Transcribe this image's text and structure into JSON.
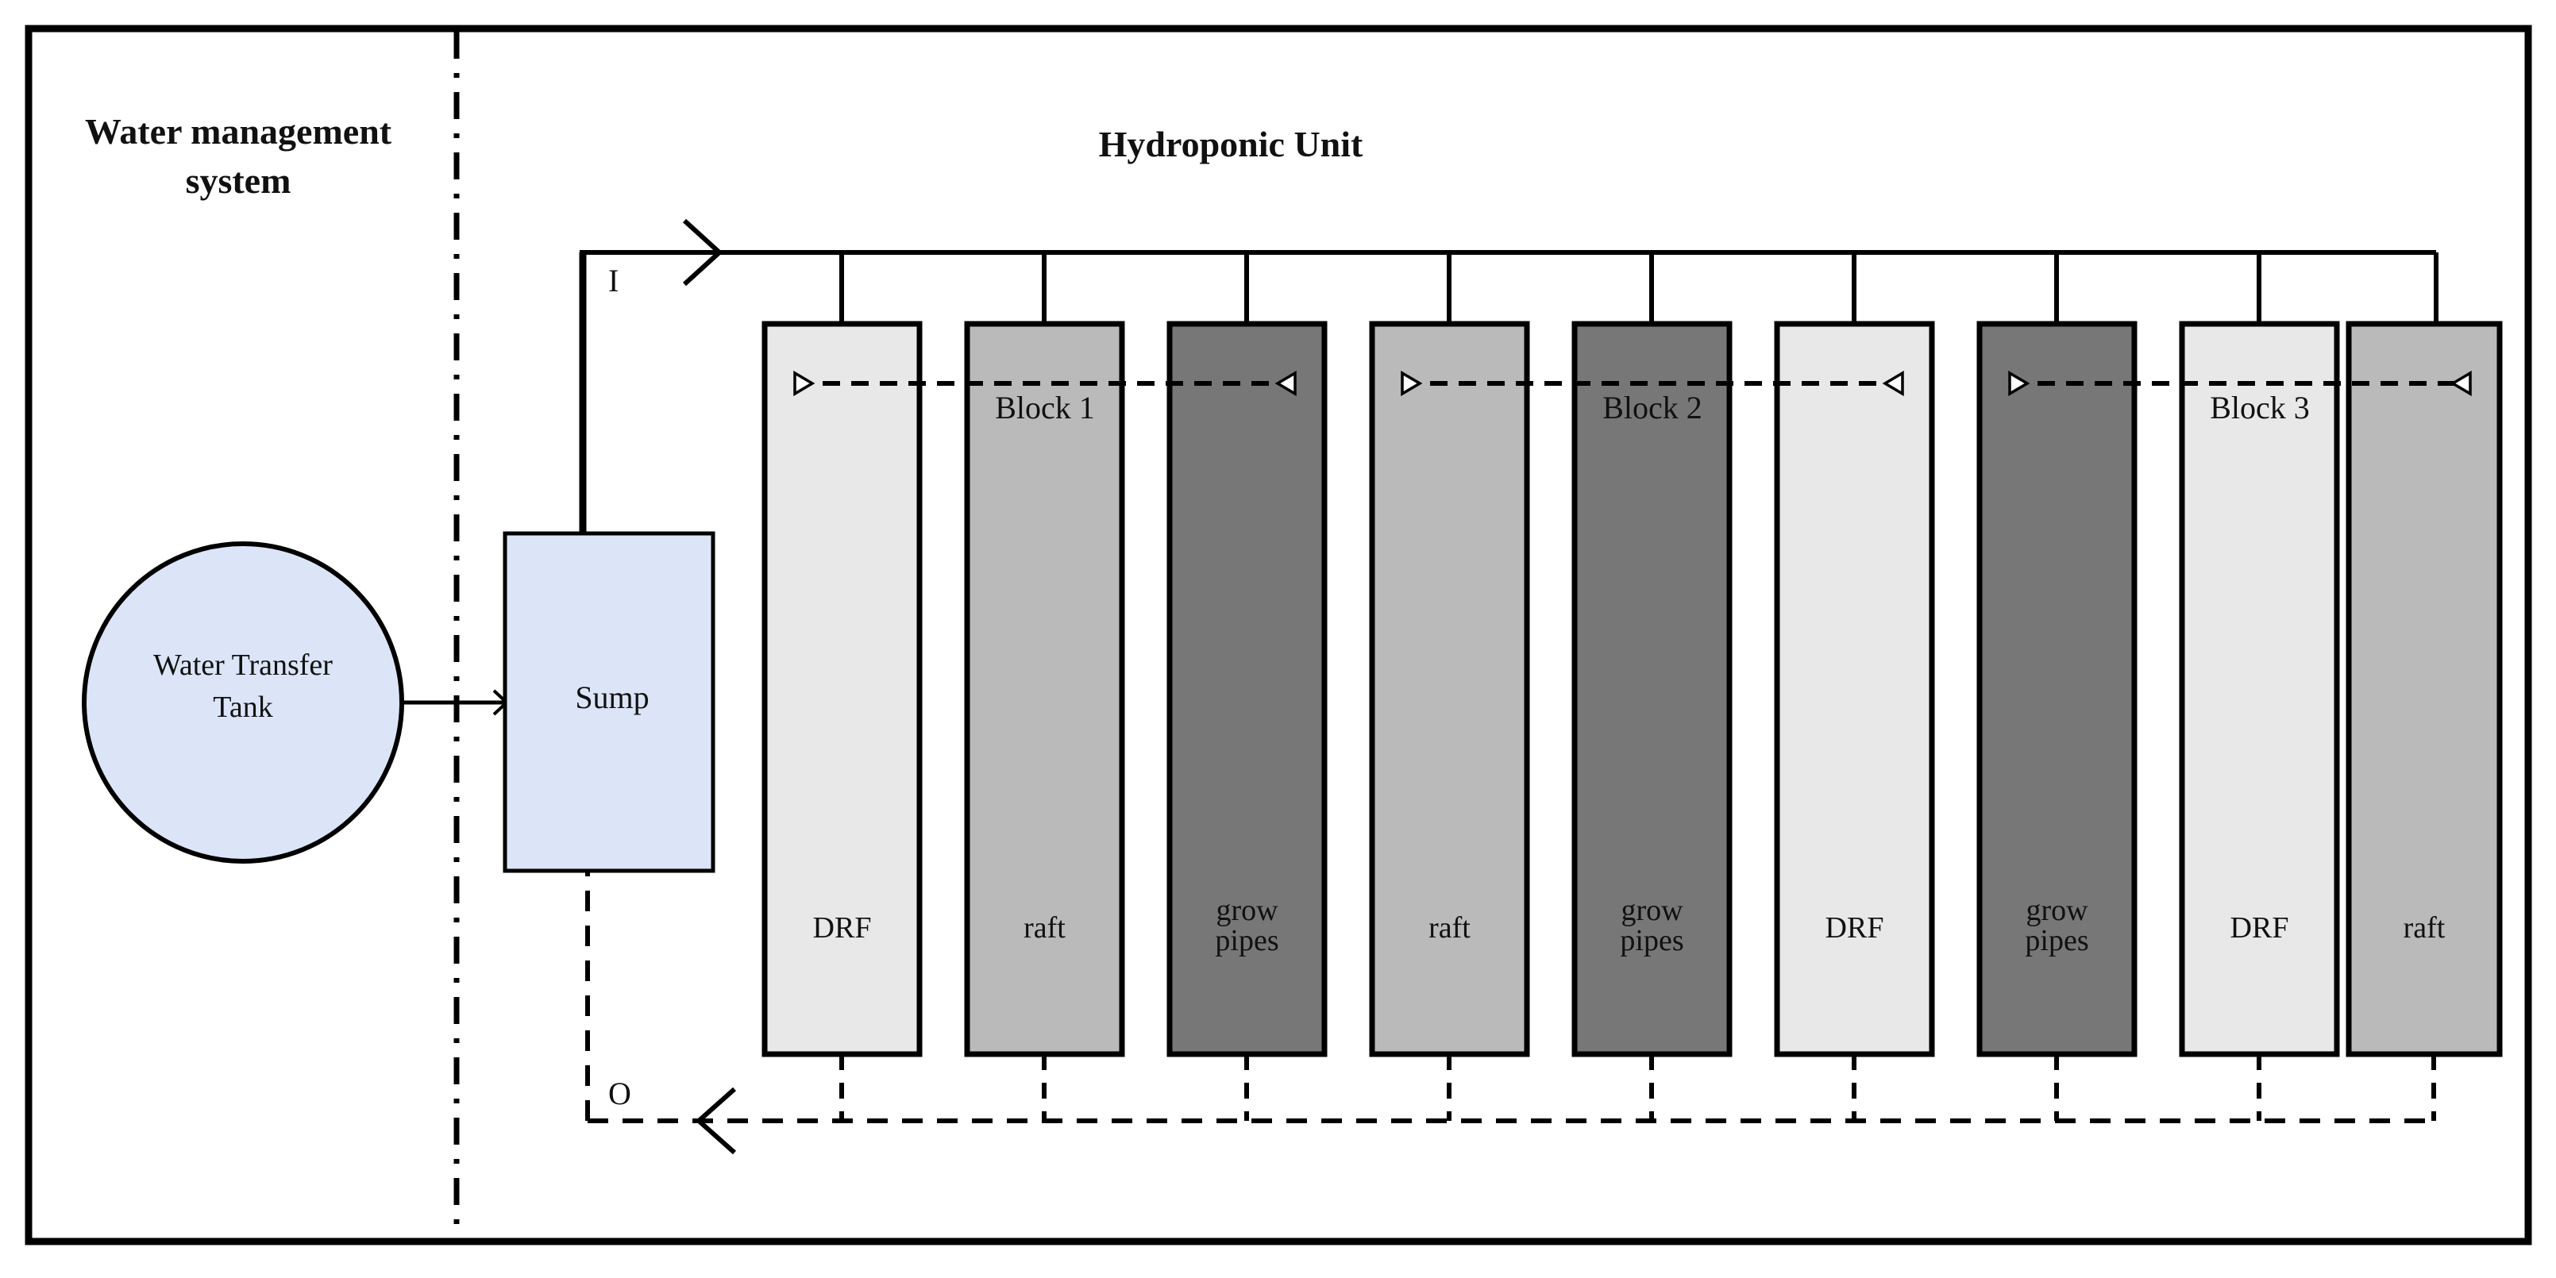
{
  "diagram": {
    "type": "flow-schematic",
    "title_left": "Water management\nsystem",
    "title_right": "Hydroponic Unit",
    "colors": {
      "tank_fill": "#dbe5f7",
      "sump_fill": "#dbe5f7",
      "column_light": "#e8e8e8",
      "column_medium": "#bababa",
      "column_dark": "#777777",
      "stroke": "#000000",
      "background": "#ffffff"
    }
  },
  "water_management": {
    "section_label": "Water management\nsystem",
    "tank": {
      "label": "Water Transfer\nTank",
      "shape": "ellipse"
    },
    "sump": {
      "label": "Sump",
      "shape": "rectangle"
    }
  },
  "hydroponic": {
    "section_label": "Hydroponic Unit",
    "inflow_label": "I",
    "outflow_label": "O",
    "blocks": [
      {
        "label": "Block 1"
      },
      {
        "label": "Block 2"
      },
      {
        "label": "Block 3"
      }
    ],
    "columns": [
      {
        "label": "DRF",
        "shade": "light",
        "block": "Block 1"
      },
      {
        "label": "raft",
        "shade": "medium",
        "block": "Block 1"
      },
      {
        "label": "grow\npipes",
        "shade": "dark",
        "block": "Block 1"
      },
      {
        "label": "raft",
        "shade": "medium",
        "block": "Block 2"
      },
      {
        "label": "grow\npipes",
        "shade": "dark",
        "block": "Block 2"
      },
      {
        "label": "DRF",
        "shade": "light",
        "block": "Block 2"
      },
      {
        "label": "grow\npipes",
        "shade": "dark",
        "block": "Block 3"
      },
      {
        "label": "DRF",
        "shade": "light",
        "block": "Block 3"
      },
      {
        "label": "raft",
        "shade": "medium",
        "block": "Block 3"
      }
    ]
  }
}
